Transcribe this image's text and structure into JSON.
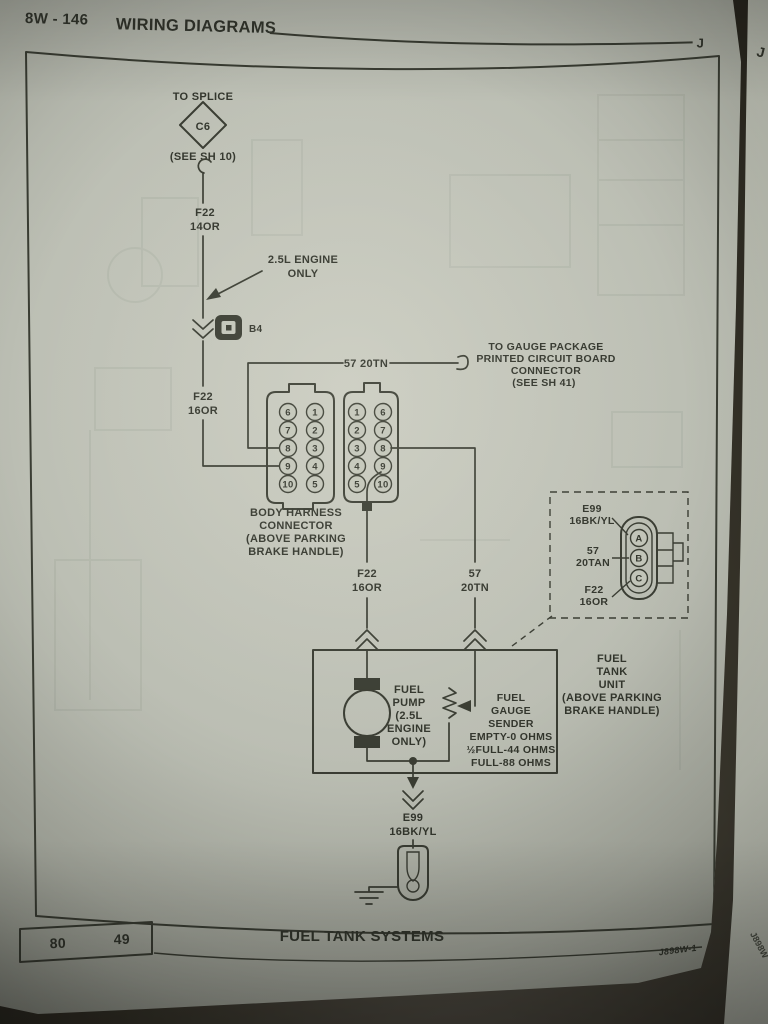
{
  "header": {
    "page_ref": "8W - 146",
    "title": "WIRING DIAGRAMS",
    "section_letter": "J",
    "neighbor_letter": "J"
  },
  "diagram": {
    "splice": {
      "to": "TO SPLICE",
      "id": "C6",
      "see": "(SEE SH 10)"
    },
    "wire_f22_14": [
      "F22",
      "14OR"
    ],
    "engine_note": [
      "2.5L ENGINE",
      "ONLY"
    ],
    "inline_connector": "B4",
    "wire_f22_16_upper": [
      "F22",
      "16OR"
    ],
    "wire_57_20tn": "57 20TN",
    "gauge_note": [
      "TO GAUGE PACKAGE",
      "PRINTED CIRCUIT BOARD",
      "CONNECTOR",
      "(SEE SH 41)"
    ],
    "left_connector_pins": [
      [
        "6",
        "1"
      ],
      [
        "7",
        "2"
      ],
      [
        "8",
        "3"
      ],
      [
        "9",
        "4"
      ],
      [
        "10",
        "5"
      ]
    ],
    "right_connector_pins": [
      [
        "1",
        "6"
      ],
      [
        "2",
        "7"
      ],
      [
        "3",
        "8"
      ],
      [
        "4",
        "9"
      ],
      [
        "5",
        "10"
      ]
    ],
    "body_harness_label": [
      "BODY HARNESS",
      "CONNECTOR",
      "(ABOVE PARKING",
      "BRAKE HANDLE)"
    ],
    "wire_f22_16_lower": [
      "F22",
      "16OR"
    ],
    "wire_57_20tn_lower": [
      "57",
      "20TN"
    ],
    "tank_connector": {
      "pins": [
        "A",
        "B",
        "C"
      ],
      "labels": [
        [
          "E99",
          "16BK/YL"
        ],
        [
          "57",
          "20TAN"
        ],
        [
          "F22",
          "16OR"
        ]
      ]
    },
    "tank_unit_label": [
      "FUEL",
      "TANK",
      "UNIT",
      "(ABOVE PARKING",
      "BRAKE HANDLE)"
    ],
    "pump_label": [
      "FUEL",
      "PUMP",
      "(2.5L",
      "ENGINE",
      "ONLY)"
    ],
    "sender_label": [
      "FUEL",
      "GAUGE",
      "SENDER",
      "EMPTY-0 OHMS",
      "½FULL-44 OHMS",
      "FULL-88 OHMS"
    ],
    "wire_e99": [
      "E99",
      "16BK/YL"
    ]
  },
  "footer": {
    "page_left": "80",
    "page_right": "49",
    "title": "FUEL TANK SYSTEMS",
    "drawing_ref": "J898W-1",
    "neighbor_ref": "J898W"
  },
  "colors": {
    "paper": "#babdb2",
    "ink": "#3a3d33",
    "carpet": "#363329"
  }
}
